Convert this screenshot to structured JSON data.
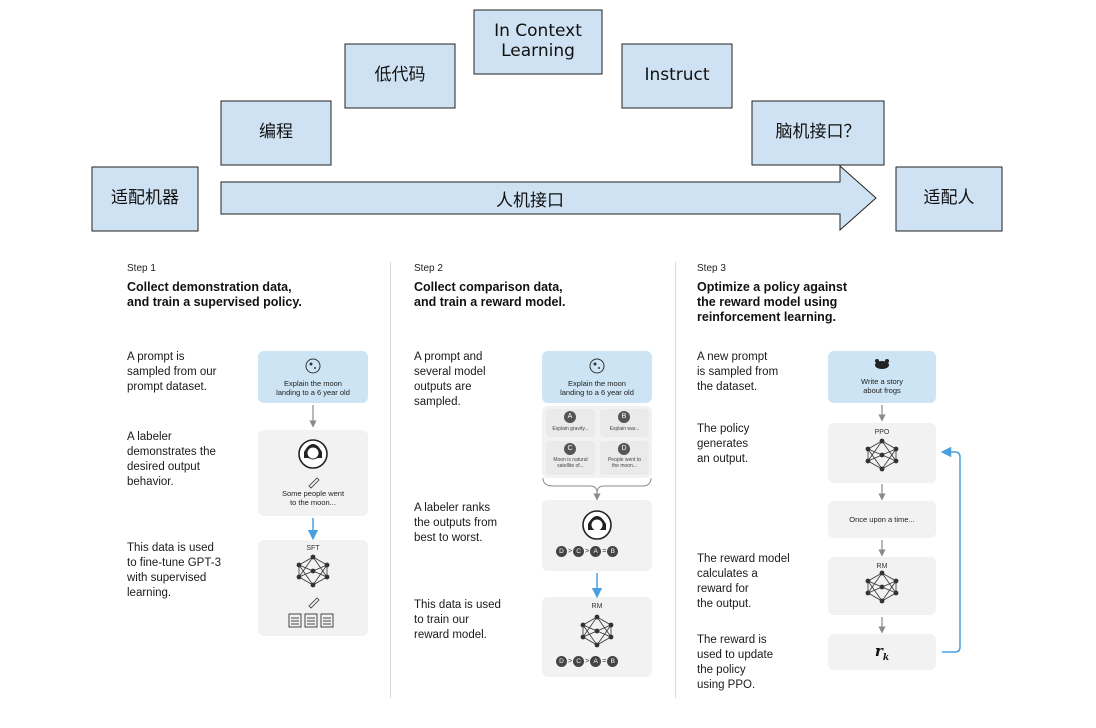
{
  "top": {
    "left_box": "适配机器",
    "right_box": "适配人",
    "arrow_label": "人机接口",
    "steps": [
      {
        "label": "编程"
      },
      {
        "label": "低代码"
      },
      {
        "label": "In Context\nLearning"
      },
      {
        "label": "Instruct"
      },
      {
        "label": "脑机接口？"
      }
    ],
    "box_color": "#cfe2f3"
  },
  "step1": {
    "small_title": "Step 1",
    "heading": "Collect demonstration data,\nand train a supervised policy.",
    "desc1": "A prompt is\nsampled from our\nprompt dataset.",
    "desc2": "A labeler\ndemonstrates the\ndesired output\nbehavior.",
    "desc3": "This data is used\nto fine-tune GPT-3\nwith supervised\nlearning.",
    "prompt_text": "Explain the moon\nlanding to a 6 year old",
    "demo_text": "Some people went\nto the moon...",
    "model_label": "SFT"
  },
  "step2": {
    "small_title": "Step 2",
    "heading": "Collect comparison data,\nand train a reward model.",
    "desc1": "A prompt and\nseveral model\noutputs are\nsampled.",
    "desc2": "A labeler ranks\nthe outputs from\nbest to worst.",
    "desc3": "This data is used\nto train our\nreward model.",
    "prompt_text": "Explain the moon\nlanding to a 6 year old",
    "options": [
      {
        "badge": "A",
        "text": "Explain gravity..."
      },
      {
        "badge": "B",
        "text": "Explain war..."
      },
      {
        "badge": "C",
        "text": "Moon is natural\nsatellite of..."
      },
      {
        "badge": "D",
        "text": "People went to\nthe moon..."
      }
    ],
    "ranking": [
      "D",
      ">",
      "C",
      ">",
      "A",
      "=",
      "B"
    ],
    "model_label": "RM"
  },
  "step3": {
    "small_title": "Step 3",
    "heading": "Optimize a policy against\nthe reward model using\nreinforcement learning.",
    "desc1": "A new prompt\nis sampled from\nthe dataset.",
    "desc2": "The policy\ngenerates\nan output.",
    "desc3": "The reward model\ncalculates a\nreward for\nthe output.",
    "desc4": "The reward is\nused to update\nthe policy\nusing PPO.",
    "prompt_text": "Write a story\nabout frogs",
    "policy_label": "PPO",
    "output_text": "Once upon a time...",
    "rm_label": "RM",
    "reward_symbol": "r",
    "reward_sub": "k"
  }
}
